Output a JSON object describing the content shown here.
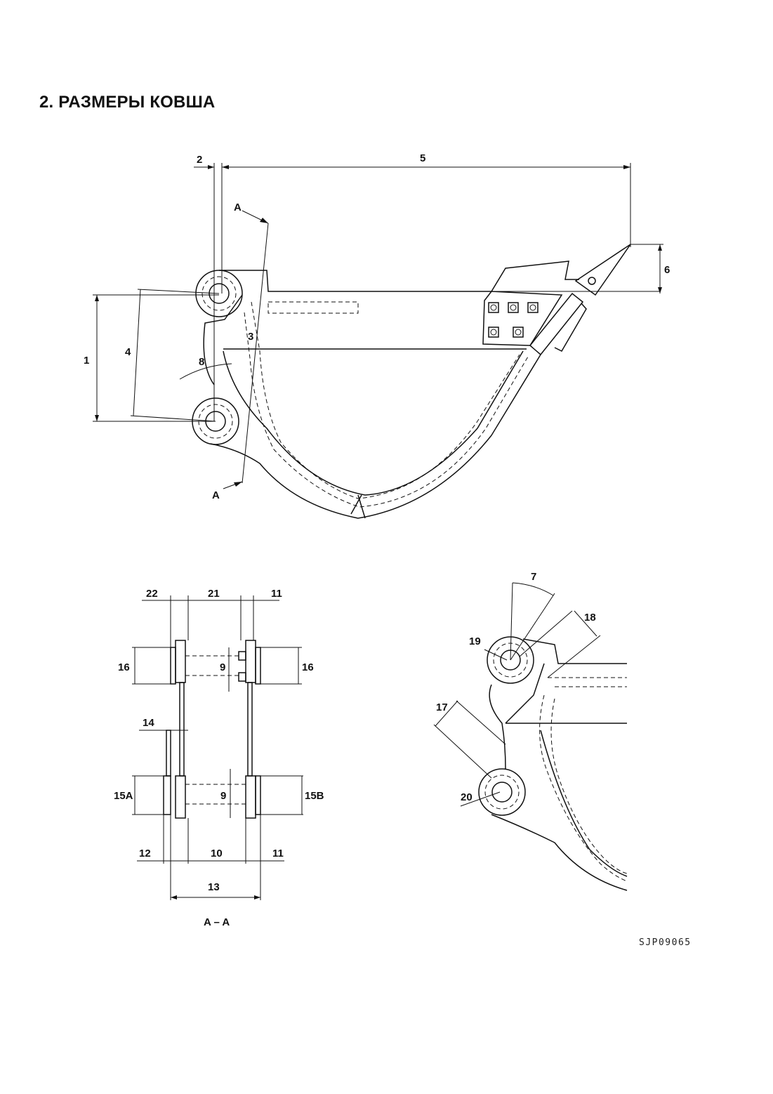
{
  "heading": "2.  РАЗМЕРЫ КОВША",
  "drawing_code": "SJP09065",
  "section_caption": "A – A",
  "section_mark": "A",
  "dimension_labels": {
    "d1": "1",
    "d2": "2",
    "d3": "3",
    "d4": "4",
    "d5": "5",
    "d6": "6",
    "d7": "7",
    "d8": "8",
    "d9": "9",
    "d10": "10",
    "d11": "11",
    "d12": "12",
    "d13": "13",
    "d14": "14",
    "d15a": "15A",
    "d15b": "15B",
    "d16": "16",
    "d17": "17",
    "d18": "18",
    "d19": "19",
    "d20": "20",
    "d21": "21",
    "d22": "22"
  }
}
